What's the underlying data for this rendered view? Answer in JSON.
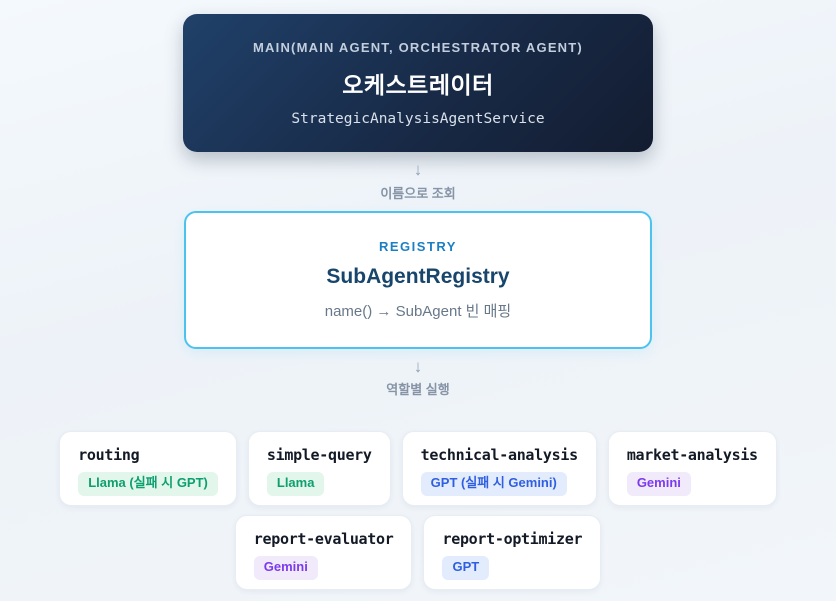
{
  "main_box": {
    "kicker": "MAIN(MAIN AGENT, ORCHESTRATOR AGENT)",
    "title": "오케스트레이터",
    "subtitle": "StrategicAnalysisAgentService"
  },
  "arrow1": {
    "glyph": "↓",
    "label": "이름으로 조회"
  },
  "registry_box": {
    "kicker": "REGISTRY",
    "title": "SubAgentRegistry",
    "subtitle": "name() → SubAgent 빈 매핑"
  },
  "arrow2": {
    "glyph": "↓",
    "label": "역할별 실행"
  },
  "agents": {
    "row1": [
      {
        "name": "routing",
        "model": "Llama (실패 시 GPT)",
        "color": "green"
      },
      {
        "name": "simple-query",
        "model": "Llama",
        "color": "green"
      },
      {
        "name": "technical-analysis",
        "model": "GPT (실패 시 Gemini)",
        "color": "blue"
      },
      {
        "name": "market-analysis",
        "model": "Gemini",
        "color": "purple"
      }
    ],
    "row2": [
      {
        "name": "report-evaluator",
        "model": "Gemini",
        "color": "purple"
      },
      {
        "name": "report-optimizer",
        "model": "GPT",
        "color": "blue"
      }
    ]
  },
  "colors": {
    "main_box_gradient_start": "#20416a",
    "main_box_gradient_end": "#131c30",
    "registry_border": "#4cc3ee",
    "registry_kicker_text": "#1b7fc4",
    "registry_title_text": "#17456b",
    "badge_green_bg": "#e2f6ec",
    "badge_green_text": "#0e9f6e",
    "badge_blue_bg": "#e3ecfd",
    "badge_blue_text": "#2f5fe0",
    "badge_purple_bg": "#f1eafb",
    "badge_purple_text": "#7c3aed",
    "arrow_text": "#8694a6",
    "page_background": "#f2f6fa"
  }
}
